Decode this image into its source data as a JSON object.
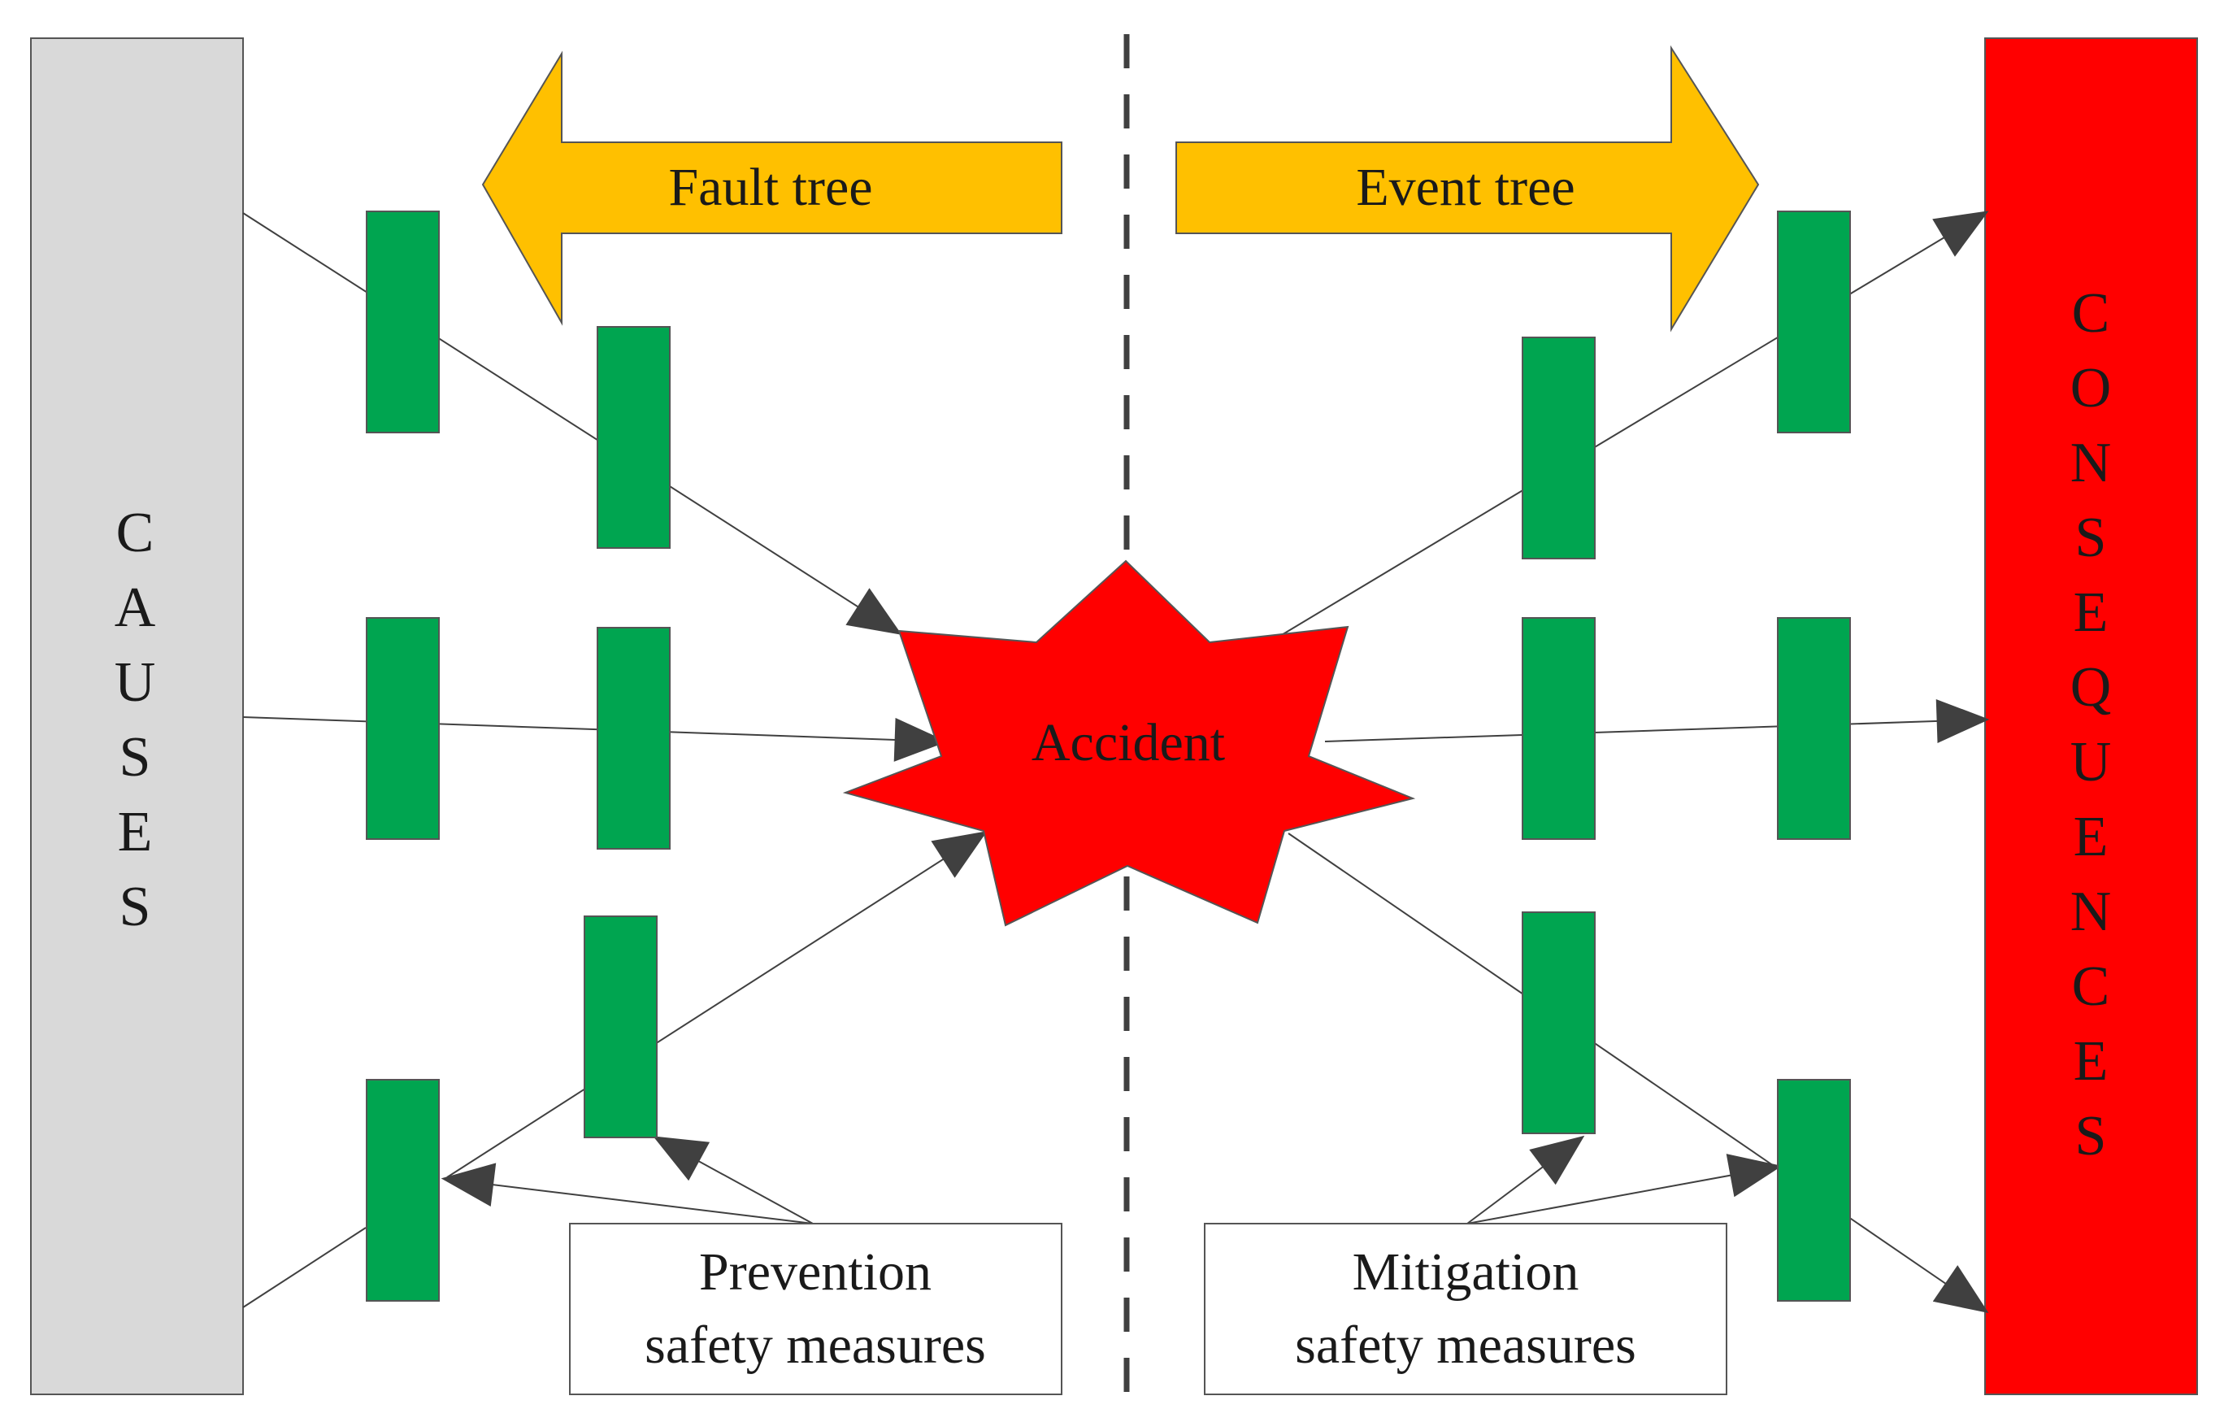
{
  "causes": {
    "label": "CAUSES",
    "color": "#d9d9d9"
  },
  "consequences": {
    "label": "CONSEQUENCES",
    "color": "#ff0000"
  },
  "accident": {
    "label": "Accident",
    "color": "#ff0000"
  },
  "arrows": {
    "fault_tree": "Fault tree",
    "event_tree": "Event tree",
    "color": "#ffc000"
  },
  "safety_measures": {
    "prevention": [
      "Prevention",
      "safety measures"
    ],
    "mitigation": [
      "Mitigation",
      "safety measures"
    ]
  },
  "barrier_color": "#00a550",
  "connector_color": "#404040"
}
